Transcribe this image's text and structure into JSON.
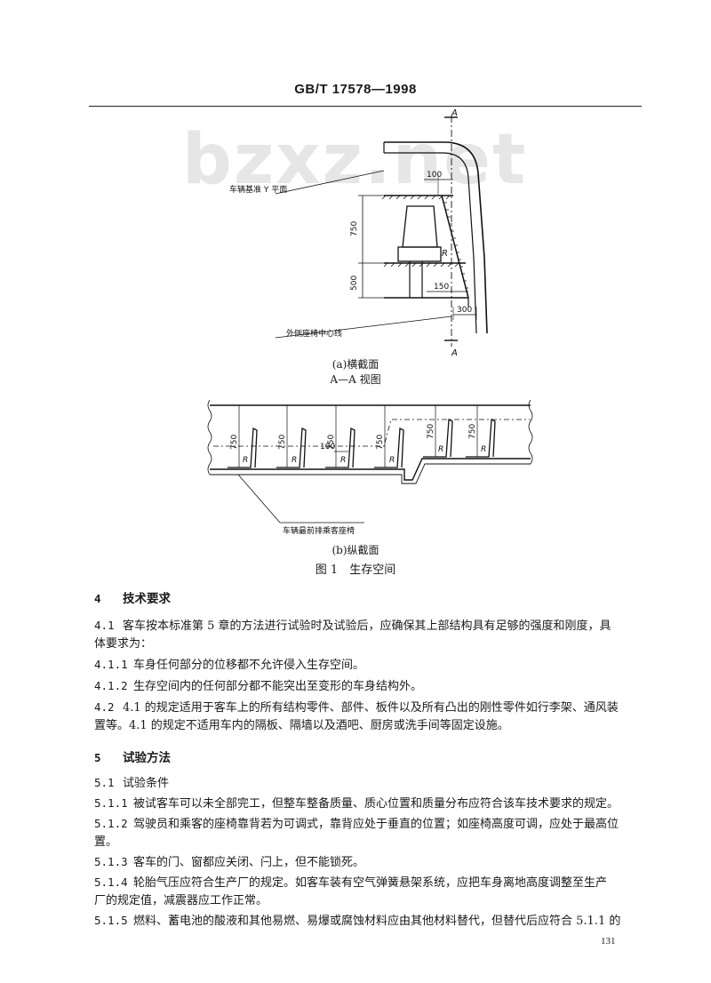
{
  "header": {
    "standard": "GB/T 17578—1998"
  },
  "watermark": "bzxz.net",
  "figure": {
    "panel_a": {
      "dims": {
        "d100": "100",
        "d750": "750",
        "d500": "500",
        "d150": "150",
        "d300": "300"
      },
      "labels": {
        "section_mark_top": "A",
        "section_mark_bottom": "A",
        "radius": "R",
        "ref_plane": "车辆基准 Y 平面",
        "seat_center": "外侧座椅中心线"
      },
      "caption": "(a)横截面"
    },
    "view_label": "A—A 视图",
    "panel_b": {
      "dims": {
        "d750": "750",
        "d100": "100"
      },
      "radius": "R",
      "front_seat": "车辆最前排乘客座椅",
      "caption": "(b)纵截面"
    },
    "caption": "图 1　生存空间"
  },
  "sections": [
    {
      "type": "heading",
      "num": "4",
      "text": "技术要求"
    },
    {
      "type": "para",
      "num": "4.1",
      "lines": [
        "客车按本标准第 5 章的方法进行试验时及试验后，应确保其上部结构具有足够的强度和刚度，具",
        "体要求为："
      ]
    },
    {
      "type": "para",
      "num": "4.1.1",
      "lines": [
        "车身任何部分的位移都不允许侵入生存空间。"
      ]
    },
    {
      "type": "para",
      "num": "4.1.2",
      "lines": [
        "生存空间内的任何部分都不能突出至变形的车身结构外。"
      ]
    },
    {
      "type": "para",
      "num": "4.2",
      "lines": [
        "4.1 的规定适用于客车上的所有结构零件、部件、板件以及所有凸出的刚性零件如行李架、通风装",
        "置等。4.1 的规定不适用车内的隔板、隔墙以及酒吧、厨房或洗手间等固定设施。"
      ]
    },
    {
      "type": "heading",
      "num": "5",
      "text": "试验方法"
    },
    {
      "type": "para",
      "num": "5.1",
      "lines": [
        "试验条件"
      ]
    },
    {
      "type": "para",
      "num": "5.1.1",
      "lines": [
        "被试客车可以未全部完工，但整车整备质量、质心位置和质量分布应符合该车技术要求的规定。"
      ]
    },
    {
      "type": "para",
      "num": "5.1.2",
      "lines": [
        "驾驶员和乘客的座椅靠背若为可调式，靠背应处于垂直的位置；如座椅高度可调，应处于最高位",
        "置。"
      ]
    },
    {
      "type": "para",
      "num": "5.1.3",
      "lines": [
        "客车的门、窗都应关闭、闩上，但不能锁死。"
      ]
    },
    {
      "type": "para",
      "num": "5.1.4",
      "lines": [
        "轮胎气压应符合生产厂的规定。如客车装有空气弹簧悬架系统，应把车身离地高度调整至生产",
        "厂的规定值，减震器应工作正常。"
      ]
    },
    {
      "type": "para",
      "num": "5.1.5",
      "lines": [
        "燃料、蓄电池的酸液和其他易燃、易爆或腐蚀材料应由其他材料替代，但替代后应符合 5.1.1 的"
      ]
    }
  ],
  "page_number": "131"
}
